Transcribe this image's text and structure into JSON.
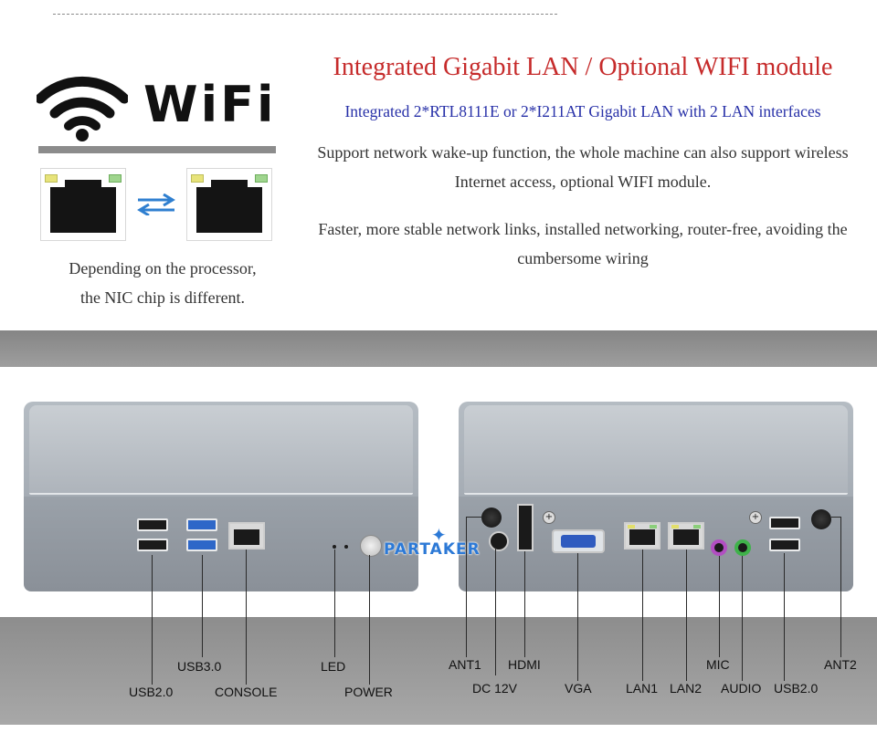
{
  "wifi_logo": {
    "text": "WiFi"
  },
  "left_caption": {
    "line1": "Depending on the processor,",
    "line2": "the NIC chip is different."
  },
  "heading": {
    "title": "Integrated Gigabit LAN / Optional WIFI module",
    "subtitle": "Integrated 2*RTL8111E or 2*I211AT Gigabit LAN with 2 LAN interfaces"
  },
  "paragraphs": {
    "p1_line1": "Support network wake-up function, the whole machine can also support wireless",
    "p1_line2": "Internet access, optional WIFI module.",
    "p2_line1": "Faster, more stable network links, installed networking, router-free, avoiding the",
    "p2_line2": "cumbersome wiring"
  },
  "brand": {
    "name": "PARTAKER"
  },
  "port_labels": {
    "usb3": "USB3.0",
    "usb2_front": "USB2.0",
    "console": "CONSOLE",
    "led": "LED",
    "power": "POWER",
    "ant1": "ANT1",
    "dc": "DC 12V",
    "hdmi": "HDMI",
    "vga": "VGA",
    "lan1": "LAN1",
    "lan2": "LAN2",
    "mic": "MIC",
    "audio": "AUDIO",
    "usb2_rear": "USB2.0",
    "ant2": "ANT2"
  },
  "colors": {
    "title_red": "#c62b2b",
    "subtitle_blue": "#2730a8",
    "brand_blue": "#2c79d6",
    "usb3_blue": "#2e67c8",
    "mic_purple": "#b24fc2",
    "audio_green": "#3fb24a"
  }
}
